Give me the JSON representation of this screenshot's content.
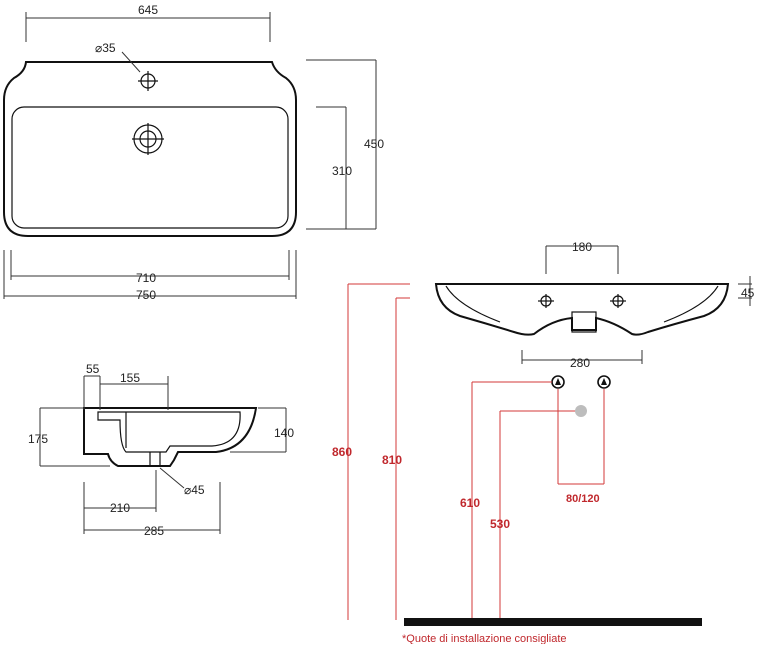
{
  "top_view": {
    "dim_width_top": "645",
    "dim_hole": "⌀35",
    "dim_depth_outer": "450",
    "dim_depth_inner": "310",
    "dim_width_inner": "710",
    "dim_width_outer": "750"
  },
  "side_view": {
    "dim_55": "55",
    "dim_155": "155",
    "dim_175": "175",
    "dim_140": "140",
    "dim_drain": "⌀45",
    "dim_210": "210",
    "dim_285": "285"
  },
  "front_view": {
    "dim_180": "180",
    "dim_45": "45",
    "dim_280": "280",
    "dim_860": "860",
    "dim_810": "810",
    "dim_610": "610",
    "dim_530": "530",
    "dim_80_120": "80/120",
    "footnote": "*Quote di installazione consigliate"
  },
  "colors": {
    "dimension_red": "#d33a3a",
    "line_black": "#111111",
    "floor": "#111111",
    "waste_grey": "#bdbdbd"
  }
}
